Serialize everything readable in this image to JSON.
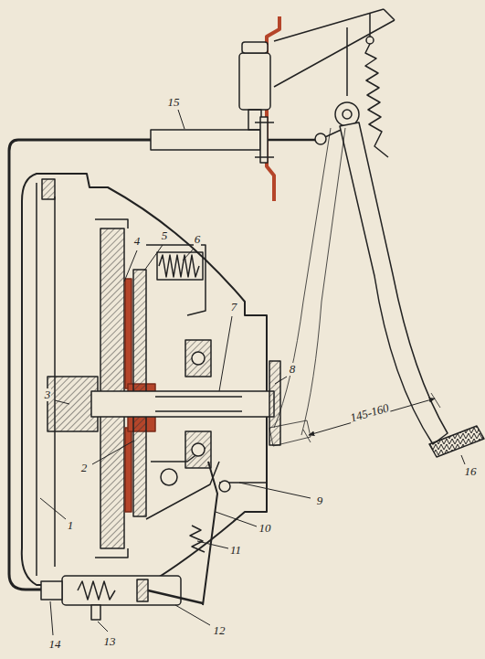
{
  "diagram": {
    "labels": [
      "15",
      "4",
      "5",
      "6",
      "7",
      "8",
      "3",
      "2",
      "9",
      "10",
      "11",
      "1",
      "12",
      "13",
      "14",
      "16",
      "145-160"
    ]
  }
}
